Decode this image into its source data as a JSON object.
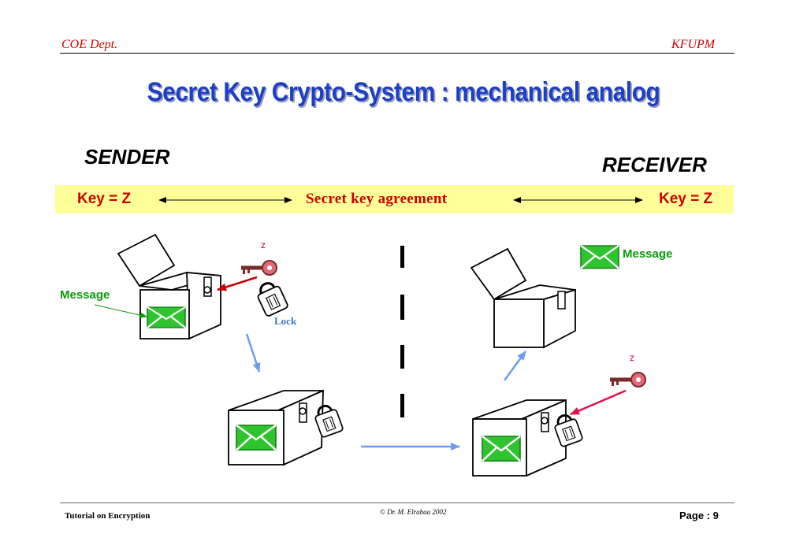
{
  "header": {
    "left": "COE Dept.",
    "right": "KFUPM"
  },
  "title": "Secret Key Crypto-System : mechanical analog",
  "roles": {
    "sender": "SENDER",
    "receiver": "RECEIVER"
  },
  "key_band": {
    "left": "Key = Z",
    "center": "Secret key agreement",
    "right": "Key = Z"
  },
  "labels": {
    "message_left": "Message",
    "message_right": "Message",
    "lock": "Lock",
    "key_z_top": "z",
    "key_z_bottom": "z"
  },
  "footer": {
    "left": "Tutorial on Encryption",
    "center": "© Dr. M. Elrabaa 2002",
    "right": "Page :  9"
  },
  "colors": {
    "title": "#1d3fc7",
    "accent_red": "#cc0000",
    "band": "#ffff99",
    "message_green": "#0a9a0a",
    "arrow_blue": "#6d9cef",
    "key_magenta": "#e0104a"
  },
  "icons": [
    "envelope-icon",
    "key-icon",
    "padlock-icon",
    "box-icon"
  ]
}
